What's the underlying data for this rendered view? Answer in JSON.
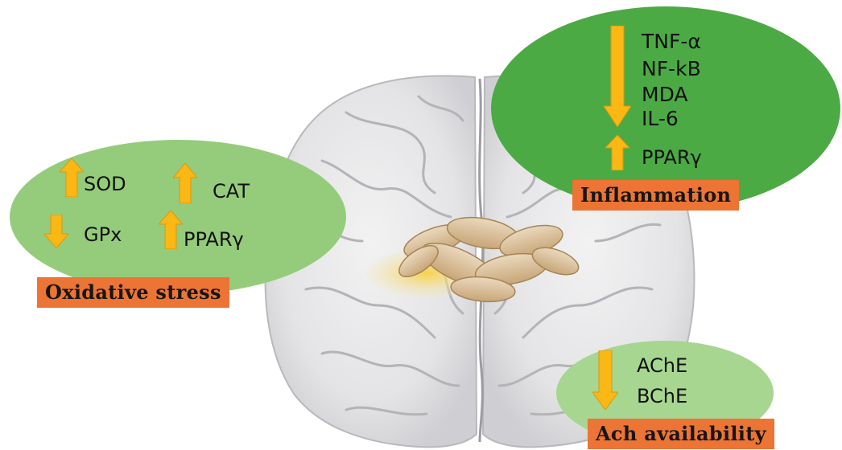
{
  "oxidative_stress": {
    "title": "Oxidative stress",
    "markers": [
      {
        "label": "SOD",
        "direction": "up"
      },
      {
        "label": "CAT",
        "direction": "up"
      },
      {
        "label": "GPx",
        "direction": "down"
      },
      {
        "label": "PPARγ",
        "direction": "up"
      }
    ]
  },
  "inflammation": {
    "title": "Inflammation",
    "markers": [
      {
        "label": "TNF-α",
        "direction": "down"
      },
      {
        "label": "NF-kB",
        "direction": "down"
      },
      {
        "label": "MDA",
        "direction": "down"
      },
      {
        "label": "IL-6",
        "direction": "down"
      },
      {
        "label": "PPARγ",
        "direction": "up"
      }
    ]
  },
  "ach_availability": {
    "title": "Ach availability",
    "markers": [
      {
        "label": "AChE",
        "direction": "down"
      },
      {
        "label": "BChE",
        "direction": "down"
      }
    ]
  },
  "colors": {
    "arrow": "#fbb714",
    "title_box": "#ec7434",
    "ellipse_left": "#95cc7b",
    "ellipse_top": "#4caa44",
    "ellipse_bottom": "#a7d690",
    "brain": "#e3e3e5"
  }
}
